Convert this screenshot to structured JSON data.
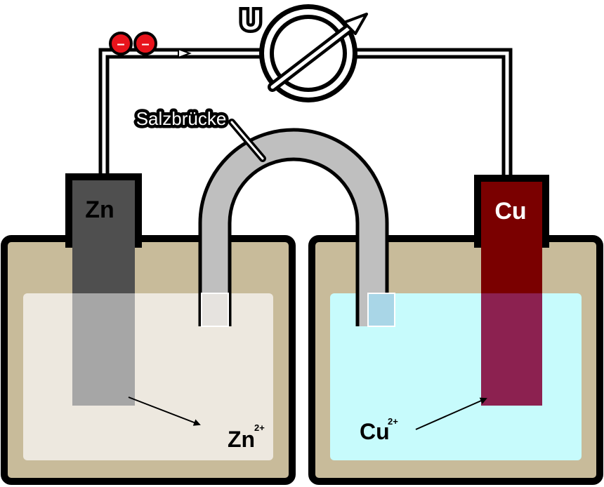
{
  "diagram": {
    "voltmeter_label": "U",
    "salt_bridge_label": "Salzbrücke",
    "left_electrode": {
      "label": "Zn",
      "ion_base": "Zn",
      "ion_charge": "2+",
      "color": "#4f4f4f",
      "solution_color": "#ede8df"
    },
    "right_electrode": {
      "label": "Cu",
      "ion_base": "Cu",
      "ion_charge": "2+",
      "color": "#7a0000",
      "solution_color": "#c7fbfc"
    },
    "electrons": [
      "–",
      "–"
    ],
    "colors": {
      "beaker": "#c8bb9a",
      "wire": "#000000",
      "bridge": "#bfbfbf",
      "electron": "#e8141c"
    }
  }
}
